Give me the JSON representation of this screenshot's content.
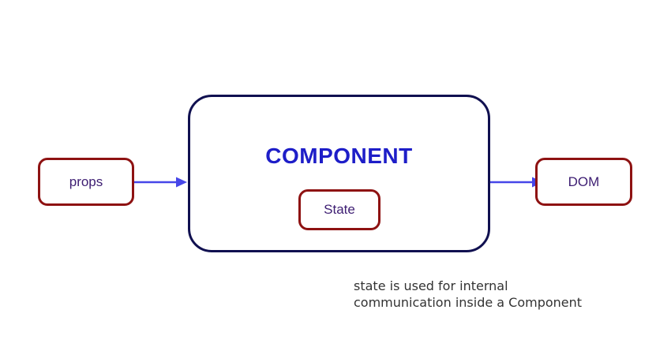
{
  "diagram": {
    "props_label": "props",
    "component_label": "COMPONENT",
    "state_label": "State",
    "dom_label": "DOM",
    "caption_line1": "state is used for internal",
    "caption_line2": "communication inside a Component",
    "icons": {
      "props_to_component": "arrow-right-icon",
      "component_to_dom": "arrow-right-icon"
    },
    "colors": {
      "background": "#ffffff",
      "box_border_red": "#8e1212",
      "component_border_navy": "#101050",
      "component_title_blue": "#1e1ec8",
      "label_purple": "#3d1d72",
      "arrow_blue": "#4646e8",
      "caption_gray": "#333333"
    }
  }
}
